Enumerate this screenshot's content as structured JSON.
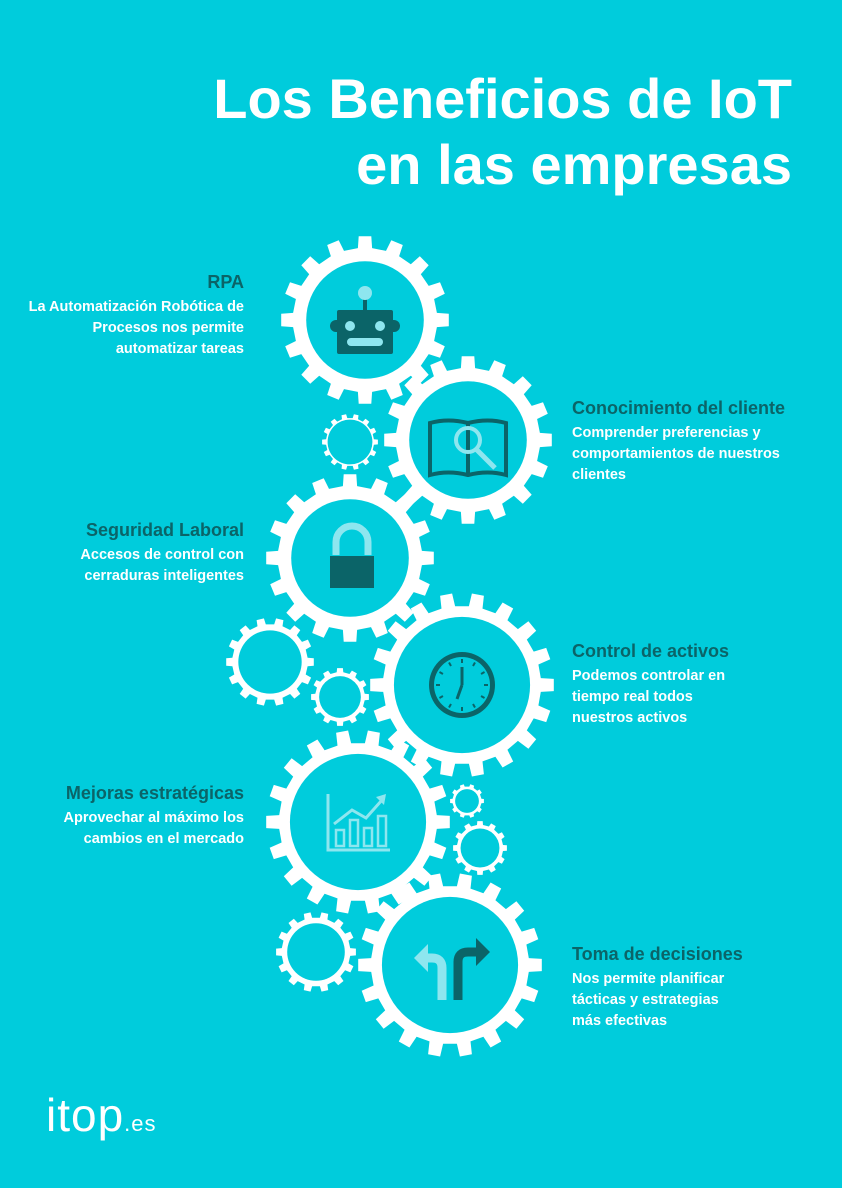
{
  "title": {
    "line1": "Los Beneficios de IoT",
    "line2": "en las empresas"
  },
  "benefits": [
    {
      "heading": "RPA",
      "text": "La Automatización Robótica de Procesos nos permite automatizar tareas",
      "icon": "robot-icon"
    },
    {
      "heading": "Conocimiento del cliente",
      "text": "Comprender preferencias y comportamientos de nuestros clientes",
      "icon": "book-search-icon"
    },
    {
      "heading": "Seguridad Laboral",
      "text": "Accesos de control con cerraduras inteligentes",
      "icon": "lock-icon"
    },
    {
      "heading": "Control de activos",
      "text": "Podemos controlar en tiempo real todos nuestros activos",
      "icon": "clock-icon"
    },
    {
      "heading": "Mejoras estratégicas",
      "text": "Aprovechar al máximo los cambios en el mercado",
      "icon": "chart-icon"
    },
    {
      "heading": "Toma de decisiones",
      "text": "Nos permite planificar tácticas y estrategias más efectivas",
      "icon": "turn-arrow-icon"
    }
  ],
  "logo": {
    "name": "itop",
    "suffix": ".es"
  },
  "colors": {
    "background": "#00CCDC",
    "dark": "#0B6468",
    "light": "#8EE6EF"
  }
}
